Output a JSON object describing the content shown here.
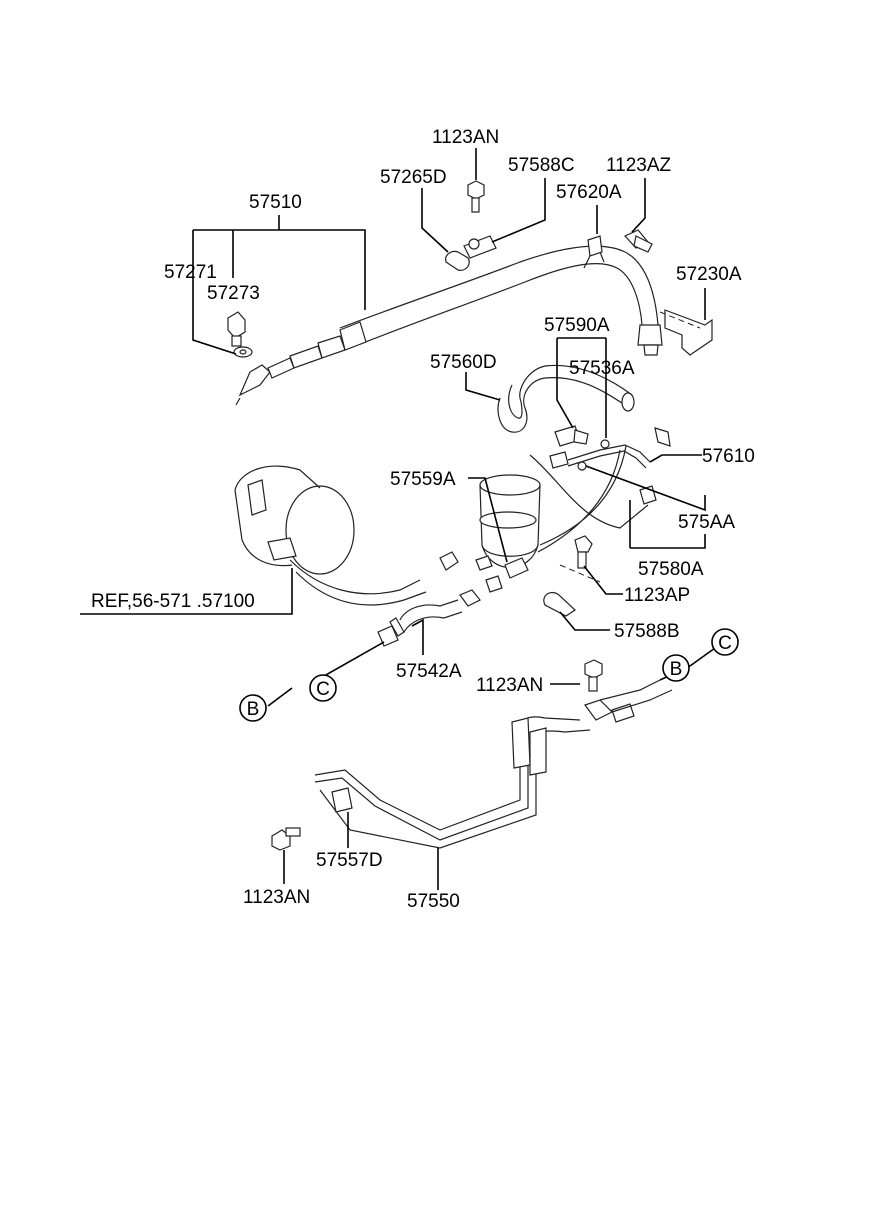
{
  "labels": {
    "p1123AN_top": "1123AN",
    "p57588C": "57588C",
    "p57265D": "57265D",
    "p1123AZ": "1123AZ",
    "p57620A": "57620A",
    "p57510": "57510",
    "p57271": "57271",
    "p57273": "57273",
    "p57230A": "57230A",
    "p57590A": "57590A",
    "p57560D": "57560D",
    "p57536A": "57536A",
    "p57610": "57610",
    "p57559A": "57559A",
    "p575AA": "575AA",
    "p57580A": "57580A",
    "p1123AP": "1123AP",
    "pREF": "REF,56-571 .57100",
    "p57588B": "57588B",
    "p57542A": "57542A",
    "p1123AN_mid": "1123AN",
    "p57557D": "57557D",
    "p57550": "57550",
    "p1123AN_bottom": "1123AN"
  },
  "callouts": {
    "b_left": "B",
    "c_left": "C",
    "b_right": "B",
    "c_right": "C"
  }
}
